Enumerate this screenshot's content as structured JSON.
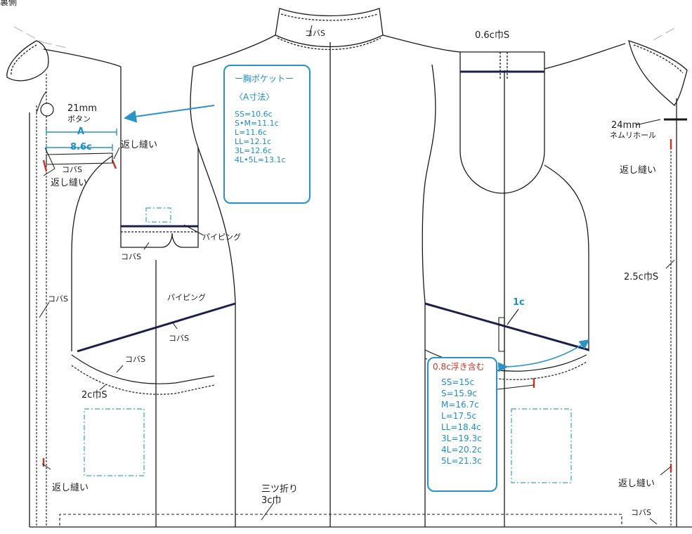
{
  "header": {
    "title": "裏側"
  },
  "pocket_box": {
    "title": "ー胸ポケットー",
    "subtitle": "〈A寸法〉",
    "sizes": [
      "SS=10.6c",
      "S•M=11.1c",
      "L=11.6c",
      "LL=12.1c",
      "3L=12.6c",
      "4L•5L=13.1c"
    ]
  },
  "lower_box": {
    "title": "0.8c浮き含む",
    "sizes": [
      "SS=15c",
      "S=15.9c",
      "M=16.7c",
      "L=17.5c",
      "LL=18.4c",
      "3L=19.3c",
      "4L=20.2c",
      "5L=21.3c"
    ]
  },
  "labels": {
    "collar_kobas": "コバS",
    "strap_0_6": "0.6c巾S",
    "button_21mm": "21mm",
    "button_label": "ボタン",
    "dim_a": "A",
    "dim_86": "8.6c",
    "kaeshi_1": "返し縫い",
    "kobas_1": "コバS",
    "kaeshi_2": "返し縫い",
    "piping_1": "パイピング",
    "kobas_2": "コバS",
    "kobas_left": "コバS",
    "piping_2": "パイピング",
    "kobas_3": "コバS",
    "kobas_4": "コバS",
    "s2c": "2c巾S",
    "kaeshi_3": "返し縫い",
    "mitsu": "三ツ折り",
    "mitsu_3c": "3c巾",
    "one_c": "1c",
    "buttonhole_24": "24mm",
    "buttonhole_label": "ネムリホール",
    "kaeshi_4": "返し縫い",
    "s25c": "2.5c巾S",
    "kaeshi_5": "返し縫い",
    "kobas_5": "コバS"
  },
  "colors": {
    "line": "#1a1a1a",
    "accent": "#1e8fc6",
    "dash_blue": "#3aa0cc",
    "red": "#c0392b",
    "navy": "#1b1f4a"
  }
}
